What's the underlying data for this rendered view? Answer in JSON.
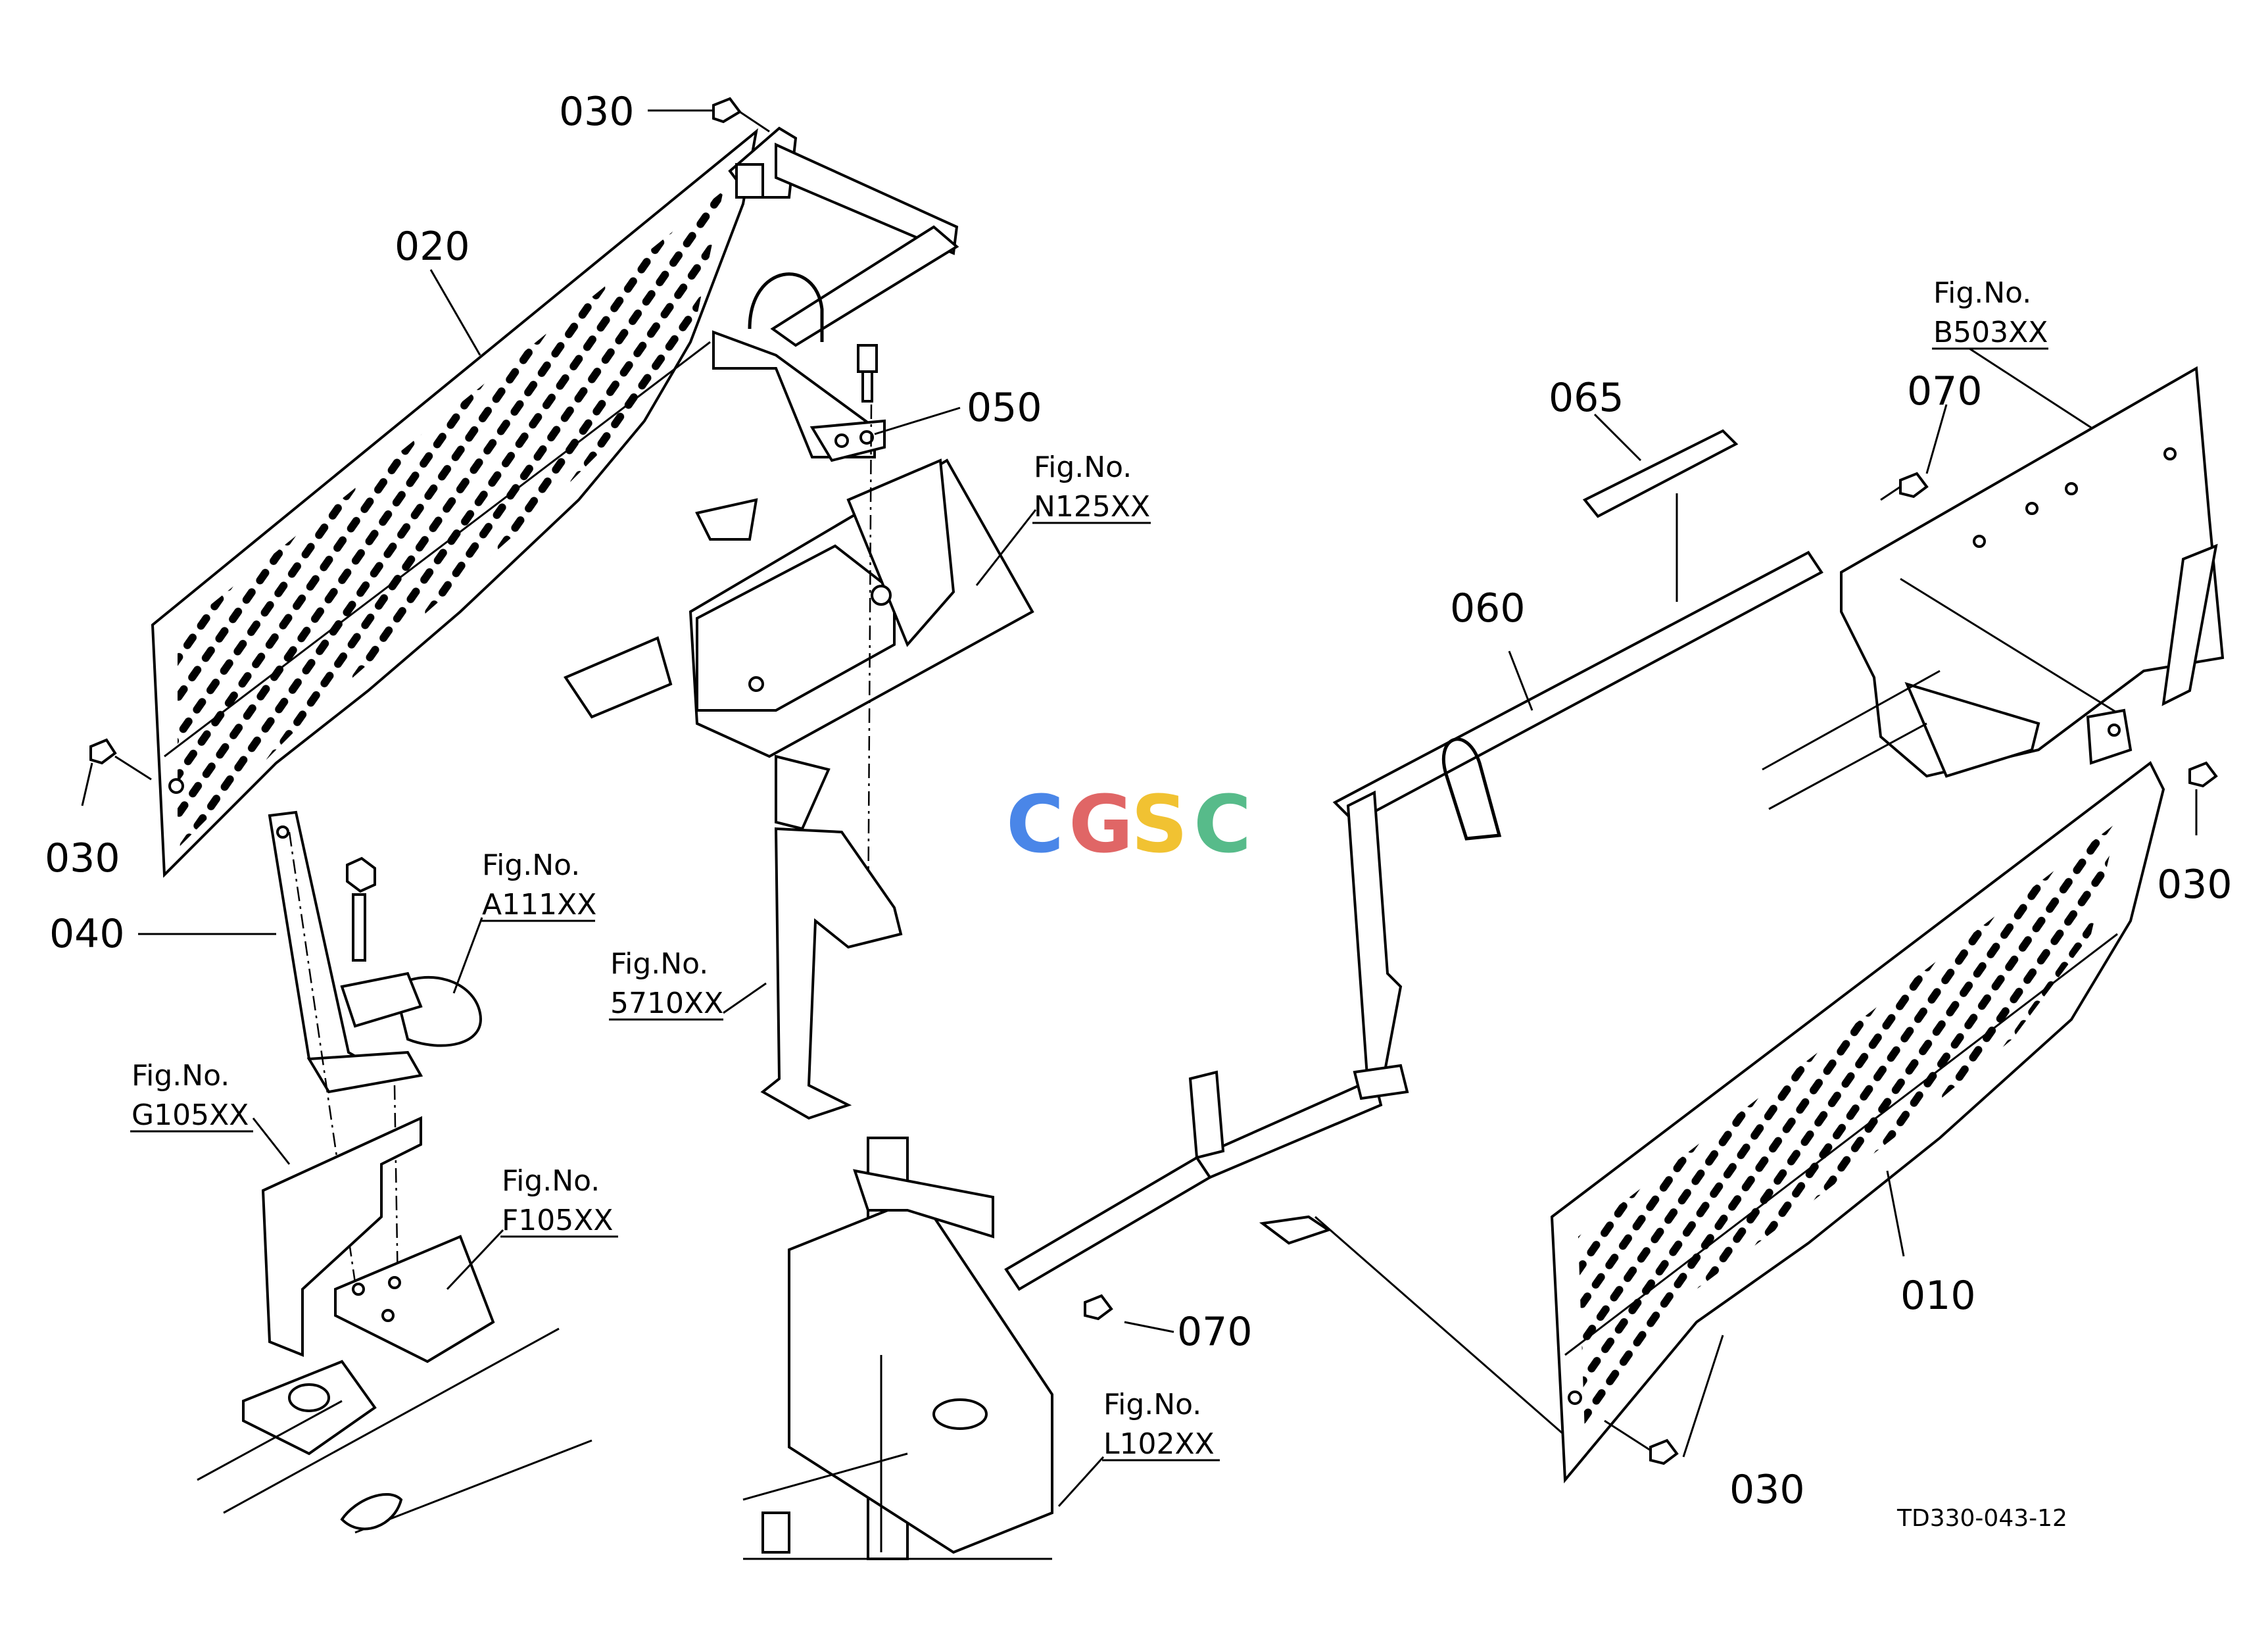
{
  "parts": {
    "p010": "010",
    "p020": "020",
    "p030a": "030",
    "p030b": "030",
    "p030c": "030",
    "p030d": "030",
    "p040": "040",
    "p050": "050",
    "p060": "060",
    "p065": "065",
    "p070a": "070",
    "p070b": "070"
  },
  "figrefs": {
    "b503": {
      "label": "Fig.No.",
      "code": "B503XX"
    },
    "n125": {
      "label": "Fig.No.",
      "code": "N125XX"
    },
    "a111": {
      "label": "Fig.No.",
      "code": "A111XX"
    },
    "s5710": {
      "label": "Fig.No.",
      "code": "5710XX"
    },
    "g105": {
      "label": "Fig.No.",
      "code": "G105XX"
    },
    "f105": {
      "label": "Fig.No.",
      "code": "F105XX"
    },
    "l102": {
      "label": "Fig.No.",
      "code": "L102XX"
    }
  },
  "diagram_id": "TD330-043-12",
  "watermark": {
    "text": "CGSC",
    "colors": [
      "#4a86e8",
      "#e06666",
      "#f1c232",
      "#57bb8a"
    ]
  }
}
